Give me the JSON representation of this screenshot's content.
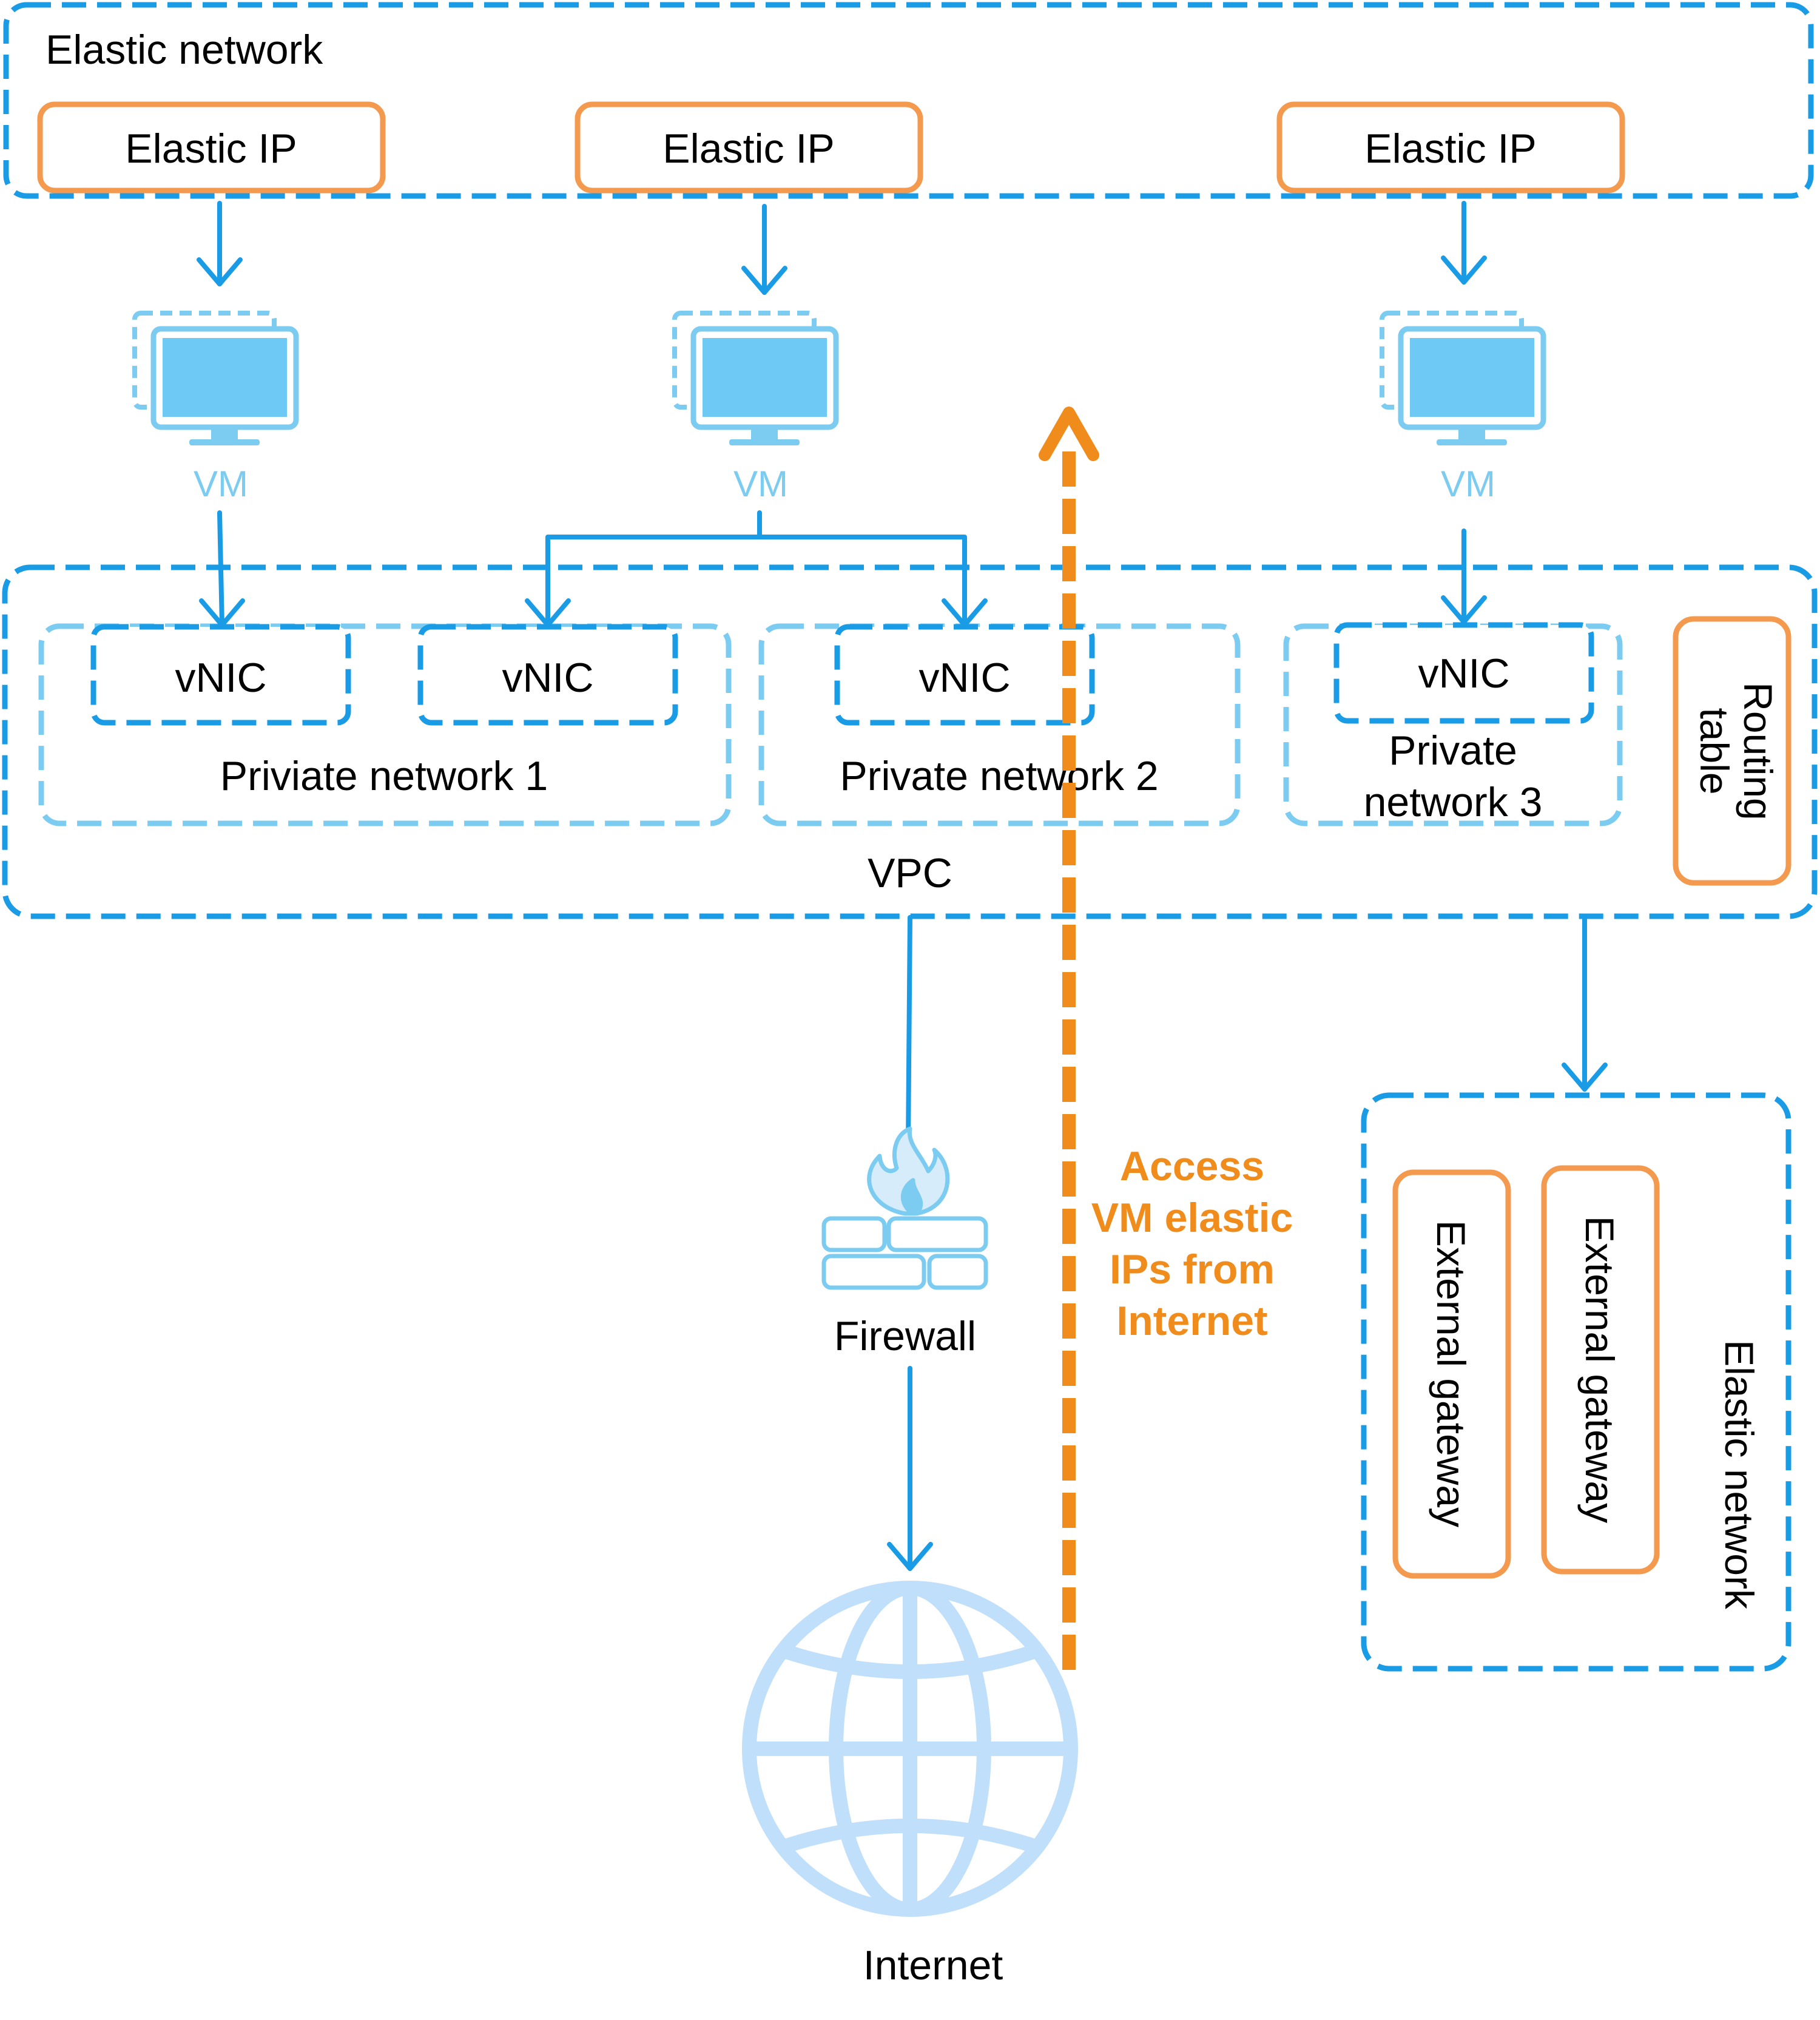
{
  "top_network": {
    "label": "Elastic network"
  },
  "elastic_ips": [
    {
      "label": "Elastic IP"
    },
    {
      "label": "Elastic IP"
    },
    {
      "label": "Elastic IP"
    }
  ],
  "vms": [
    {
      "label": "VM"
    },
    {
      "label": "VM"
    },
    {
      "label": "VM"
    }
  ],
  "vpc": {
    "label": "VPC",
    "routing_table": {
      "line1": "Routing",
      "line2": "table"
    },
    "private_networks": [
      {
        "label": "Priviate network 1"
      },
      {
        "label": "Private network 2"
      },
      {
        "line1": "Private",
        "line2": "network 3"
      }
    ],
    "vnics": [
      {
        "label": "vNIC"
      },
      {
        "label": "vNIC"
      },
      {
        "label": "vNIC"
      },
      {
        "label": "vNIC"
      }
    ]
  },
  "firewall": {
    "label": "Firewall"
  },
  "internet": {
    "label": "Internet"
  },
  "access_note": {
    "lines": [
      "Access",
      "VM elastic",
      "IPs from",
      "Internet"
    ]
  },
  "bottom_network": {
    "label": "Elastic network",
    "gateways": [
      {
        "label": "External gateway"
      },
      {
        "label": "External gateway"
      }
    ]
  },
  "colors": {
    "blue": "#1a9be6",
    "light_blue": "#7ccbf0",
    "monitor_fill": "#6ec9f5",
    "orange": "#f39a4f",
    "access_orange": "#f08c1c",
    "pale_blue": "#bfdffb"
  }
}
